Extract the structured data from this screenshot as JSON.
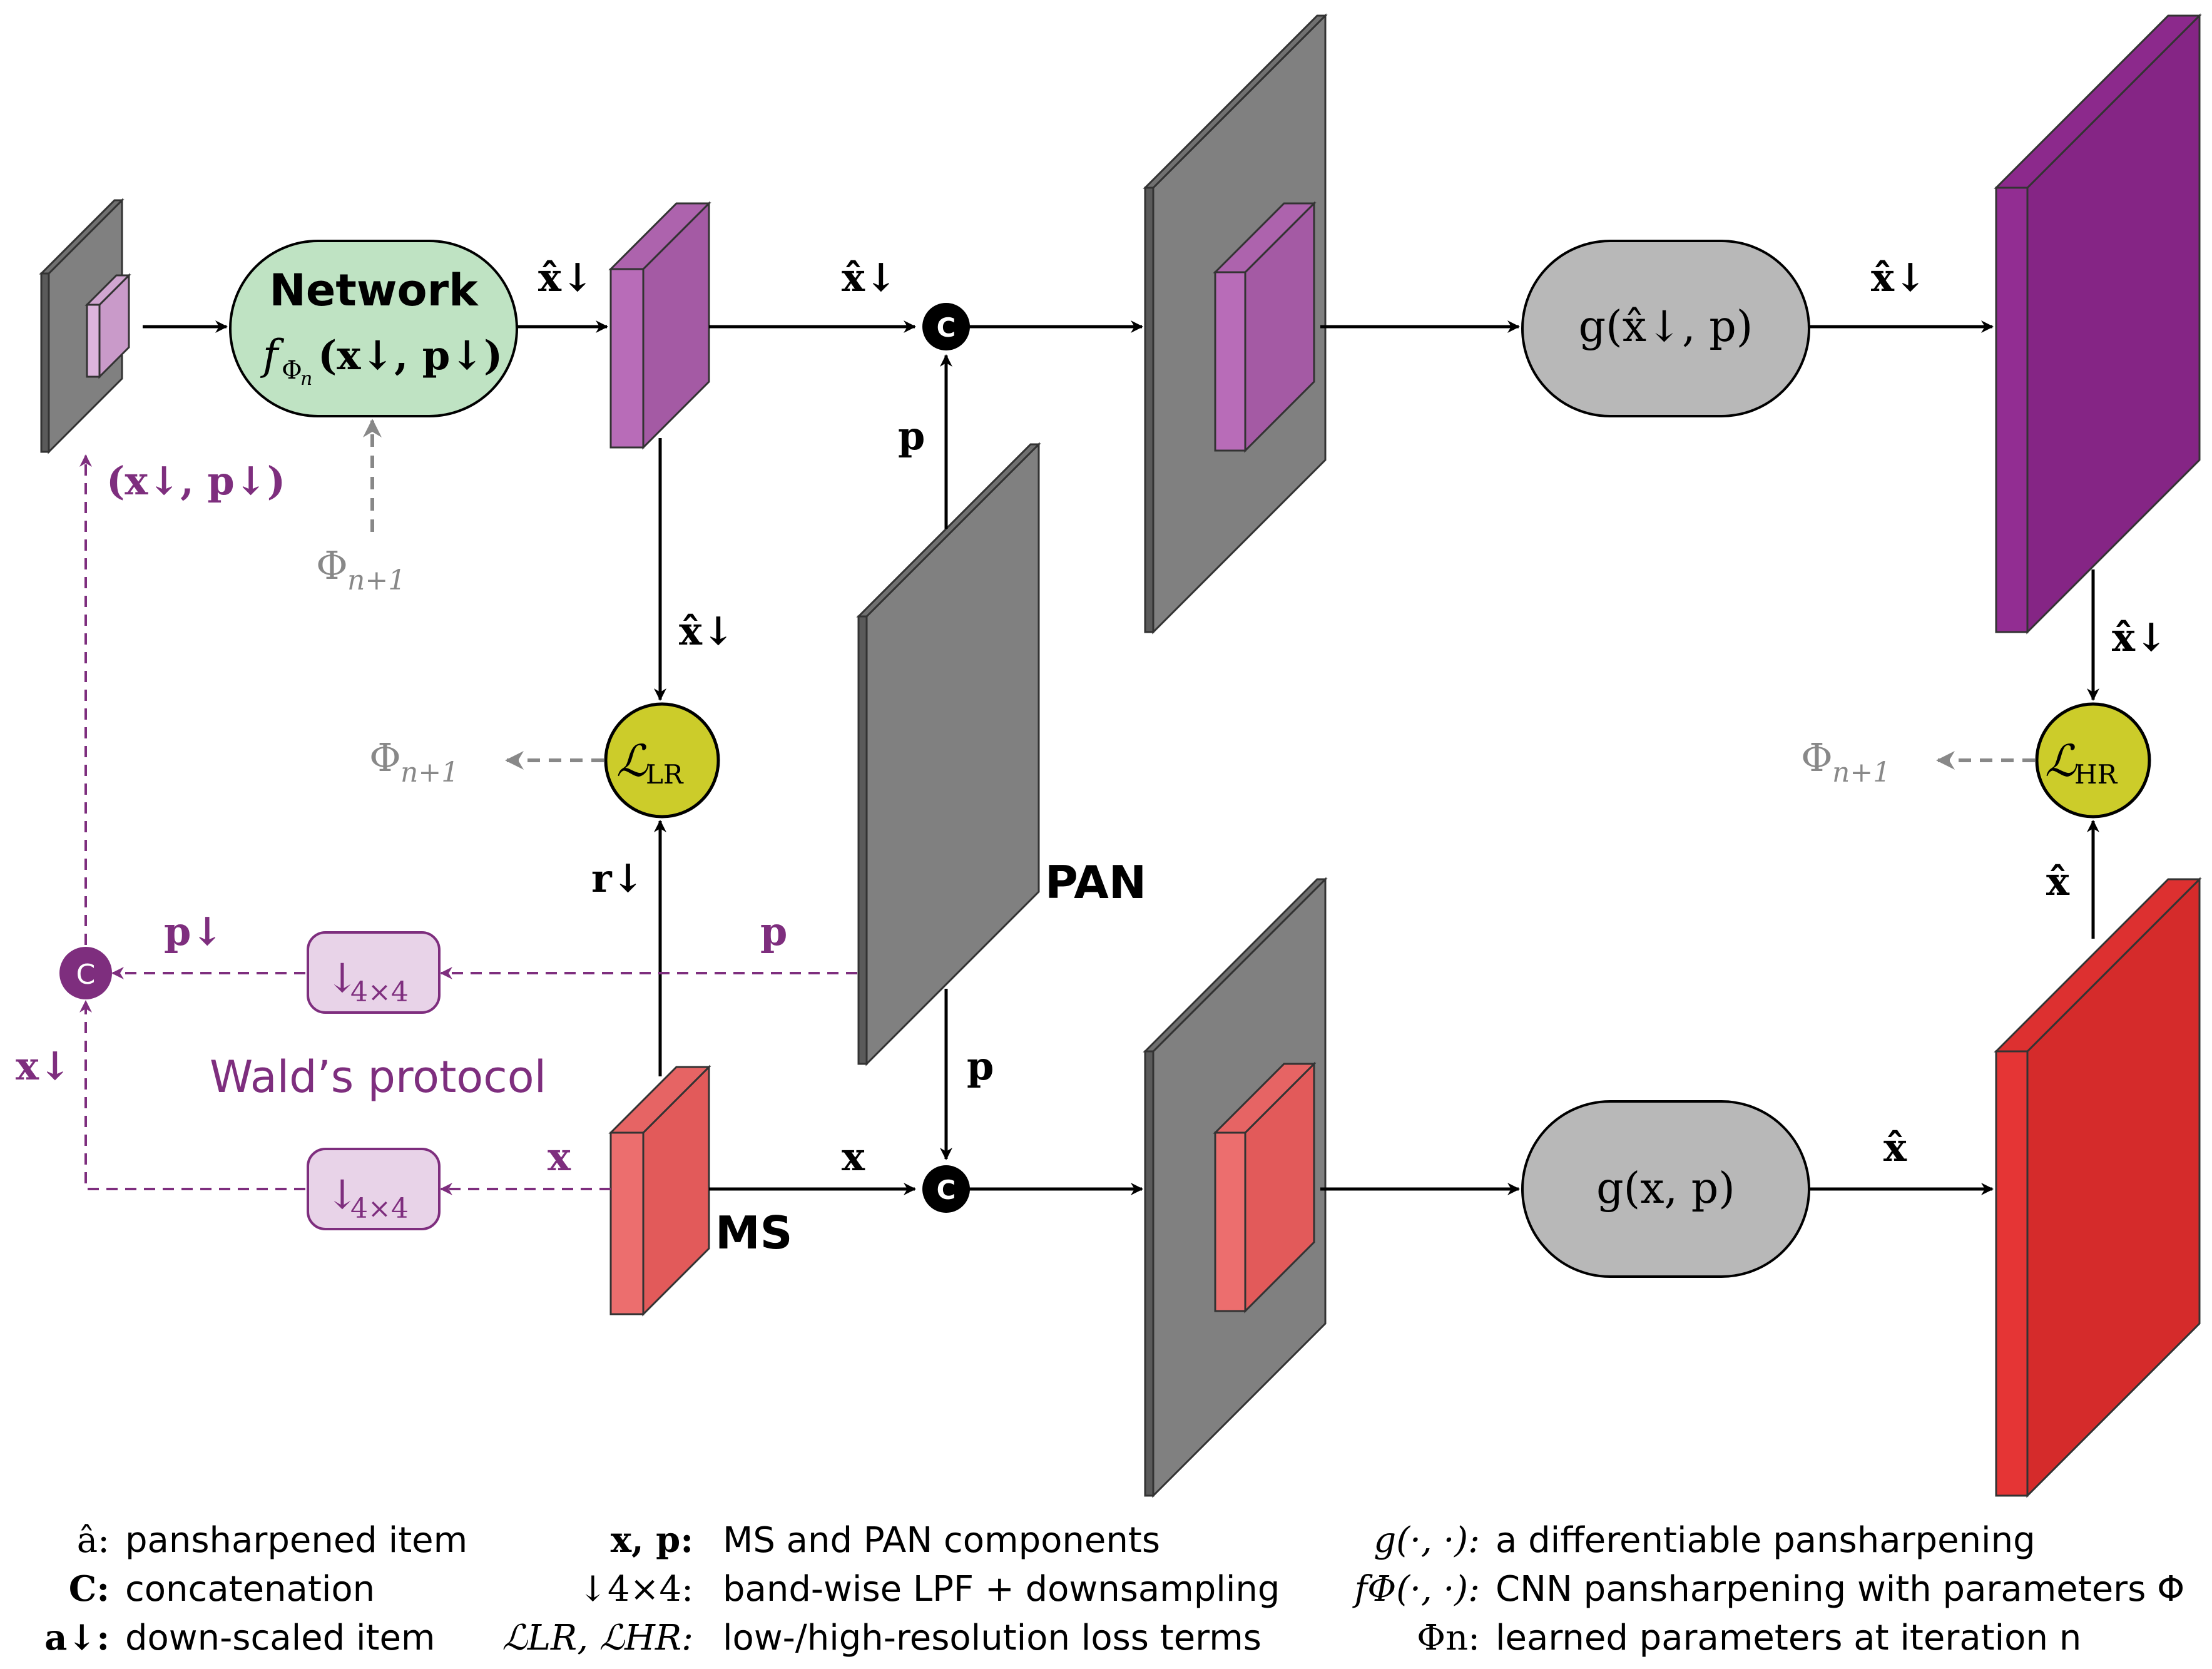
{
  "colors": {
    "gray_block": "#808080",
    "gray_side": "#666666",
    "light_purple": "#dcb4dc",
    "mid_purple": "#b86cb8",
    "dark_purple": "#922d92",
    "light_red": "#ec6e6e",
    "red": "#e53535",
    "network_green": "#bfe3c3",
    "g_gray": "#b8b8b8",
    "loss_yellow": "#cccc2a",
    "wald_purple": "#7e2e7e",
    "downsample_fill": "#e8d3e8",
    "phi_gray": "#888888",
    "black": "#000000"
  },
  "network": {
    "title": "Network",
    "func": "f",
    "sub": "Φ",
    "sub2": "n",
    "args": "(x↓, p↓)"
  },
  "g_lr": {
    "label": "g(x̂↓, p)"
  },
  "g_hr": {
    "label": "g(x, p)"
  },
  "loss_lr": {
    "symbol": "ℒ",
    "sub": "LR"
  },
  "loss_hr": {
    "symbol": "ℒ",
    "sub": "HR"
  },
  "concat": {
    "label": "C"
  },
  "pan_label": "PAN",
  "ms_label": "MS",
  "wald_label": "Wald’s protocol",
  "downsample": {
    "arrow": "↓",
    "sub": "4×4"
  },
  "edge_labels": {
    "xhat_down": "x̂↓",
    "xhathat_down": "x̂̂↓",
    "xhat": "x̂",
    "x": "x",
    "p": "p",
    "p_down": "p↓",
    "x_down": "x↓",
    "r_down": "r↓",
    "pair_down": "(x↓, p↓)",
    "phi_next": "Φ",
    "phi_next_sub": "n+1"
  },
  "legend": {
    "col1": [
      {
        "sym": "â:",
        "text": "pansharpened item"
      },
      {
        "sym": "C:",
        "text": "concatenation"
      },
      {
        "sym": "a↓:",
        "text": "down-scaled item"
      }
    ],
    "col2": [
      {
        "sym": "x, p:",
        "text": "MS and PAN components"
      },
      {
        "sym": "↓4×4:",
        "text": "band-wise LPF + downsampling"
      },
      {
        "sym": "ℒLR, ℒHR:",
        "text": "low-/high-resolution loss terms"
      }
    ],
    "col3": [
      {
        "sym": "g(·, ·):",
        "text": "a differentiable pansharpening"
      },
      {
        "sym": "fΦ(·, ·):",
        "text": "CNN pansharpening with parameters Φ"
      },
      {
        "sym": "Φn:",
        "text": "learned parameters at iteration n"
      }
    ]
  }
}
